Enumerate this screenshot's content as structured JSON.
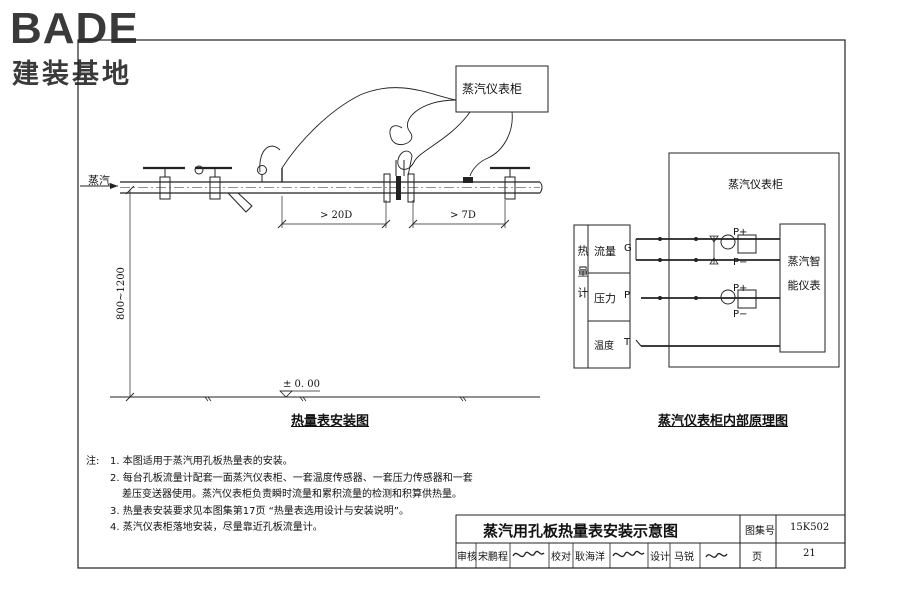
{
  "logo": {
    "brand": "BADE",
    "subtitle": "建装基地"
  },
  "install": {
    "cabinet": "蒸汽仪表柜",
    "steam": "蒸汽",
    "dim1": "> 20D",
    "dim2": "> 7D",
    "height": "800~1200",
    "level": "± 0. 00",
    "title": "热量表安装图"
  },
  "principle": {
    "cabinet": "蒸汽仪表柜",
    "side": "热量计",
    "rows": [
      "流量",
      "压力",
      "温度"
    ],
    "syms": [
      "G",
      "P",
      "T"
    ],
    "p_plus": "P+",
    "p_minus": "P−",
    "smart": "蒸汽智能仪表",
    "title": "蒸汽仪表柜内部原理图"
  },
  "notes": {
    "label": "注:",
    "items": [
      "1. 本图适用于蒸汽用孔板热量表的安装。",
      "2. 每台孔板流量计配套一面蒸汽仪表柜、一套温度传感器、一套压力传感器和一套",
      "差压变送器使用。蒸汽仪表柜负责瞬时流量和累积流量的检测和积算供热量。",
      "3. 热量表安装要求见本图集第17页 “热量表选用设计与安装说明”。",
      "4. 蒸汽仪表柜落地安装，尽量靠近孔板流量计。"
    ]
  },
  "titleblock": {
    "title": "蒸汽用孔板热量表安装示意图",
    "atlas_label": "图集号",
    "atlas_no": "15K502",
    "review": "审核",
    "reviewer": "宋鹏程",
    "check": "校对",
    "checker": "耿海洋",
    "design": "设计",
    "designer": "马锐",
    "page_label": "页",
    "page_no": "21"
  }
}
